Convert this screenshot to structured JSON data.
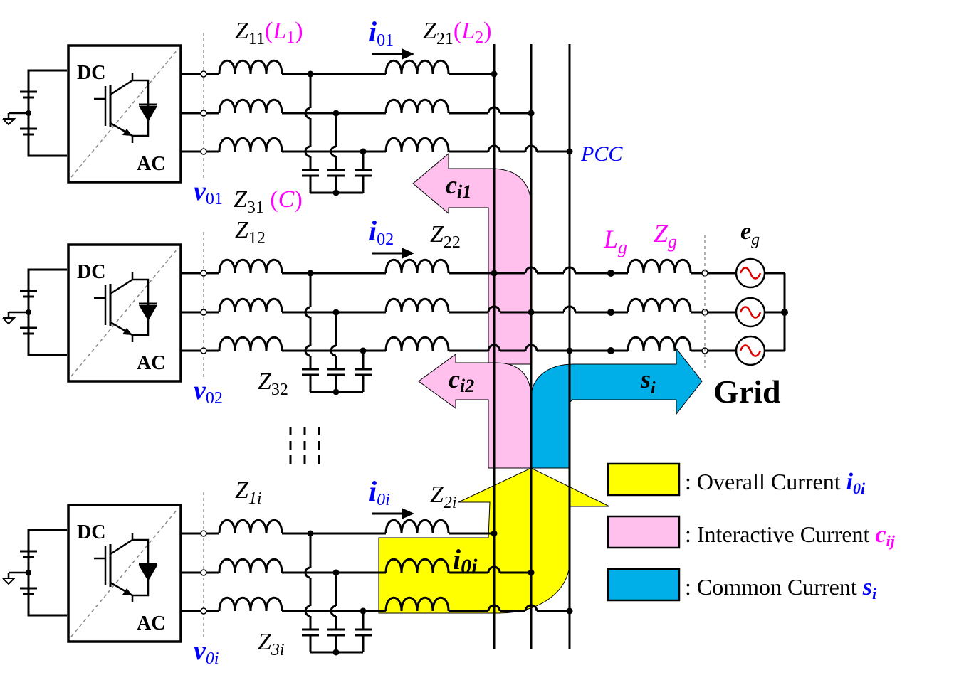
{
  "colors": {
    "overall": "#ffff00",
    "interactive": "#ffc0ee",
    "common": "#00aee8",
    "blue_label": "#0000ff",
    "magenta_label": "#ff00ff",
    "black": "#000000"
  },
  "converter": {
    "dc_label": "DC",
    "ac_label": "AC"
  },
  "units": [
    {
      "v_base": "v",
      "v_sub": "01",
      "z1_base": "Z",
      "z1_sub": "11",
      "z1_paren": "L",
      "z1_paren_sub": "1",
      "i_base": "i",
      "i_sub": "01",
      "z2_base": "Z",
      "z2_sub": "21",
      "z2_paren": "L",
      "z2_paren_sub": "2",
      "z3_base": "Z",
      "z3_sub": "31",
      "z3_paren": "C"
    },
    {
      "v_base": "v",
      "v_sub": "02",
      "z1_base": "Z",
      "z1_sub": "12",
      "i_base": "i",
      "i_sub": "02",
      "z2_base": "Z",
      "z2_sub": "22",
      "z3_base": "Z",
      "z3_sub": "32"
    },
    {
      "v_base": "v",
      "v_sub": "0i",
      "z1_base": "Z",
      "z1_sub": "1i",
      "i_base": "i",
      "i_sub": "0i",
      "z2_base": "Z",
      "z2_sub": "2i",
      "z3_base": "Z",
      "z3_sub": "3i"
    }
  ],
  "pcc_label": "PCC",
  "grid": {
    "lg_base": "L",
    "lg_sub": "g",
    "zg_base": "Z",
    "zg_sub": "g",
    "eg_base": "e",
    "eg_sub": "g",
    "label": "Grid"
  },
  "flows": {
    "ci1_base": "c",
    "ci1_sub": "i1",
    "ci2_base": "c",
    "ci2_sub": "i2",
    "si_base": "s",
    "si_sub": "i",
    "i0i_base": "i",
    "i0i_sub": "0i"
  },
  "legend": [
    {
      "label": ": Overall Current ",
      "sym": "i",
      "sub": "0i",
      "sym_color": "#0000ff",
      "swatch": "#ffff00"
    },
    {
      "label": ": Interactive Current ",
      "sym": "c",
      "sub": "ij",
      "sym_color": "#ff00ff",
      "swatch": "#ffc0ee"
    },
    {
      "label": ": Common Current ",
      "sym": "s",
      "sub": "i",
      "sym_color": "#0000ff",
      "swatch": "#00aee8"
    }
  ]
}
